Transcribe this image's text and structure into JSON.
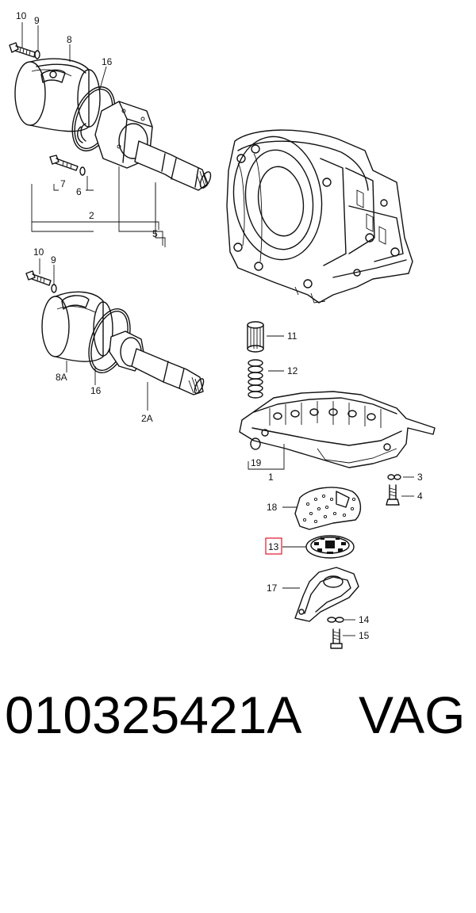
{
  "diagram": {
    "callouts": {
      "c10a": "10",
      "c9a": "9",
      "c8": "8",
      "c16a": "16",
      "c7": "7",
      "c6": "6",
      "c2": "2",
      "c5": "5",
      "c10b": "10",
      "c9b": "9",
      "c8A": "8A",
      "c16b": "16",
      "c2A": "2A",
      "c11": "11",
      "c12": "12",
      "c19": "19",
      "c1": "1",
      "c3": "3",
      "c4": "4",
      "c18": "18",
      "c13": "13",
      "c17": "17",
      "c14": "14",
      "c15": "15"
    },
    "highlighted_callout": "13",
    "highlight_color": "#e2142b"
  },
  "footer": {
    "part_number": "010325421A",
    "brand": "VAG"
  }
}
